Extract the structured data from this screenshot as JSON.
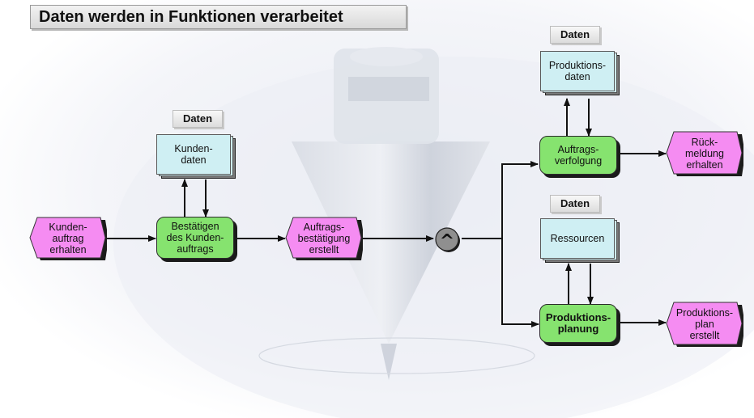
{
  "title": "Daten werden in Funktionen verarbeitet",
  "data_label": "Daten",
  "events": {
    "kundenauftrag": "Kunden-\nauftrag\nerhalten",
    "auftragsbestaetigung": "Auftrags-\nbestätigung\nerstellt",
    "rueckmeldung": "Rück-\nmeldung\nerhalten",
    "produktionsplan": "Produktions-\nplan\nerstellt"
  },
  "functions": {
    "bestaetigen": "Bestätigen\ndes Kunden-\nauftrags",
    "auftragsverfolgung": "Auftrags-\nverfolgung",
    "produktionsplanung": "Produktions-\nplanung"
  },
  "data_objects": {
    "kundendaten": "Kunden-\ndaten",
    "produktionsdaten": "Produktions-\ndaten",
    "ressourcen": "Ressourcen"
  },
  "connector": "^",
  "colors": {
    "event": "#f58cf2",
    "function": "#86e36f",
    "data": "#cfeff3"
  }
}
